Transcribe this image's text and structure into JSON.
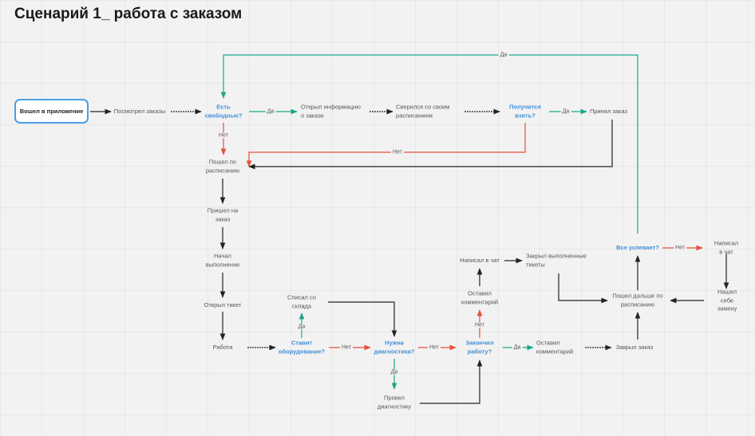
{
  "title": "Сценарий 1_ работа с заказом",
  "colors": {
    "default": "#222222",
    "yes": "#1aa88a",
    "no": "#e8503a",
    "decision_text": "#3f8fd8",
    "start_border": "#4c9ee4"
  },
  "nodes": {
    "start": "Вошел в приложение",
    "viewed_orders": "Посмотрел заказы",
    "any_free": "Есть\nсвободные?",
    "opened_info": "Открыл информацию\nо заказе",
    "checked_schedule": "Сверился со своим\nрасписанием",
    "can_take": "Получится\nвзять?",
    "accepted": "Принял заказ",
    "went_by_schedule": "Пошел по\nрасписанию",
    "arrived": "Пришел на\nзаказ",
    "started": "Начал\nвыполнение",
    "opened_ticket": "Открыл тикет",
    "work": "Работа",
    "installs_equipment": "Ставит\nоборудование?",
    "wrote_off": "Списал со\nсклада",
    "need_diagnostics": "Нужна\nдиагностика?",
    "did_diagnostics": "Провел\nдиагностику",
    "finished_work": "Закончил\nработу?",
    "left_comment_1": "Оставил\nкомментарий",
    "wrote_chat_1": "Написал в чат",
    "closed_tickets": "Закрыл выполненные\nтикеты",
    "left_comment_2": "Оставил\nкомментарий",
    "closed_order": "Закрыл заказ",
    "went_further": "Пошел дальше по\nрасписанию",
    "keeping_up": "Все успевает?",
    "wrote_chat_2": "Написал в чат",
    "found_replacement": "Нашел себе\nзамену"
  },
  "edge_labels": {
    "yes": "Да",
    "no": "Нет"
  }
}
